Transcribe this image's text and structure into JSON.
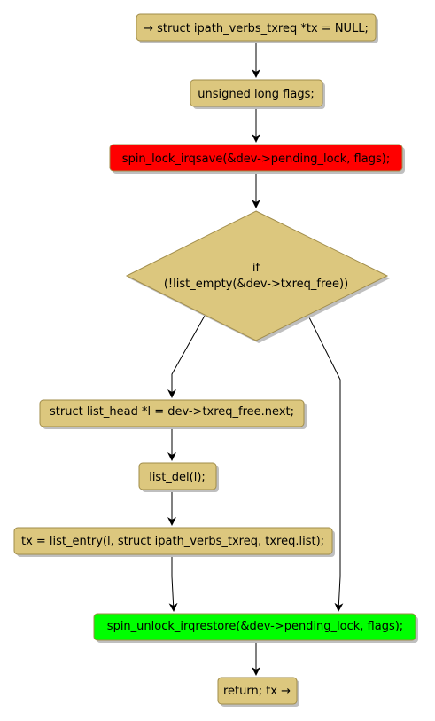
{
  "diagram": {
    "type": "flowchart",
    "colors": {
      "node_fill": "#DCC77E",
      "node_border": "#A08C4A",
      "lock_fill": "#FF0000",
      "unlock_fill": "#00FF00",
      "edge": "#000000",
      "shadow": "#BFBFBF"
    },
    "nodes": {
      "start": "→ struct ipath_verbs_txreq *tx = NULL;",
      "flags_decl": "unsigned long flags;",
      "lock": "spin_lock_irqsave(&dev->pending_lock, flags);",
      "decision_line1": "if",
      "decision_line2": "(!list_empty(&dev->txreq_free))",
      "list_head": "struct list_head *l = dev->txreq_free.next;",
      "list_del": "list_del(l);",
      "list_entry": "tx = list_entry(l, struct ipath_verbs_txreq, txreq.list);",
      "unlock": "spin_unlock_irqrestore(&dev->pending_lock, flags);",
      "return": "return; tx →"
    }
  }
}
